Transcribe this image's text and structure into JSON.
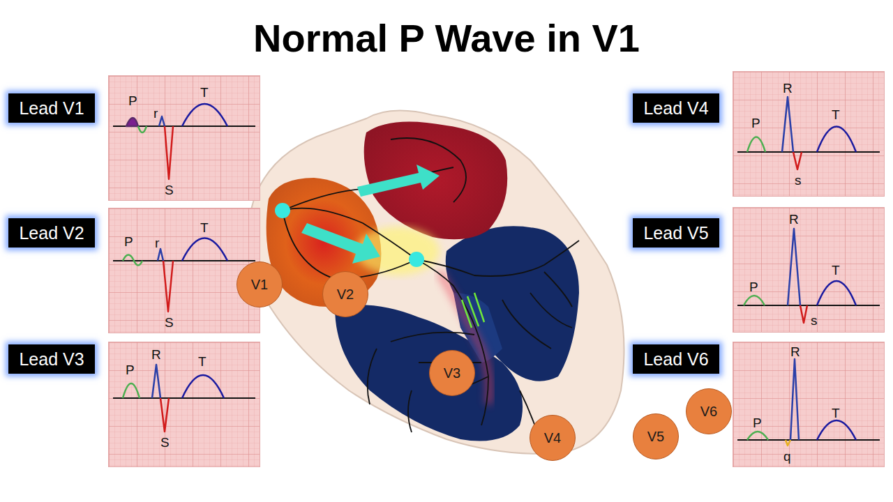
{
  "diagram": {
    "title": "Normal P Wave in V1",
    "nodes": [
      {
        "text": [
          "Lead V1"
        ]
      },
      {
        "text": [
          "P",
          "r",
          "T",
          "S"
        ]
      },
      {
        "text": [
          "Lead V2"
        ]
      },
      {
        "text": [
          "P",
          "r",
          "T",
          "S"
        ]
      },
      {
        "text": [
          "Lead V3"
        ]
      },
      {
        "text": [
          "P",
          "R",
          "T",
          "S"
        ]
      },
      {
        "text": [
          "V1"
        ]
      },
      {
        "text": [
          "V2"
        ]
      },
      {
        "text": [
          "V3"
        ]
      },
      {
        "text": [
          "V4"
        ]
      },
      {
        "text": [
          "V5"
        ]
      },
      {
        "text": [
          "V6"
        ]
      },
      {
        "text": [
          "Lead V4"
        ]
      },
      {
        "text": [
          "R",
          "P",
          "T",
          "s"
        ]
      },
      {
        "text": [
          "Lead V5"
        ]
      },
      {
        "text": [
          "R",
          "T",
          "P",
          "s"
        ]
      },
      {
        "text": [
          "Lead V6"
        ]
      },
      {
        "text": [
          "R",
          "P",
          "T",
          "q"
        ]
      }
    ]
  }
}
